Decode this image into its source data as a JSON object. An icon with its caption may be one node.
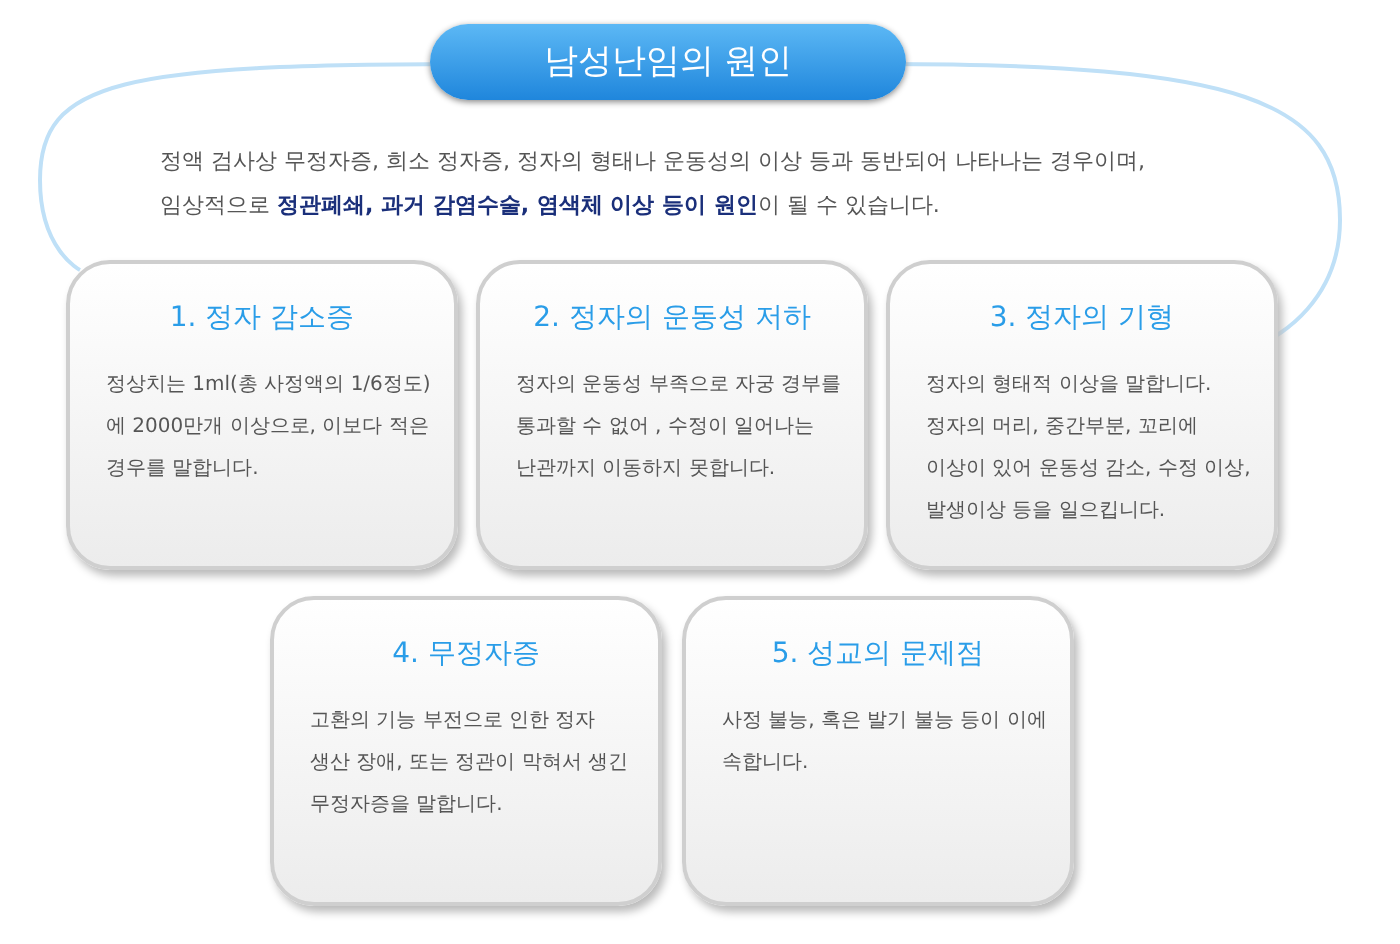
{
  "diagram": {
    "title": "남성난임의 원인",
    "nodes": [
      {
        "text": [
          "1. 정자 감소증",
          "정상치는 1ml(총 사정액의 1/6정도)에 2000만개 이상으로, 이보다 적은 경우를 말합니다."
        ]
      },
      {
        "text": [
          "2. 정자의 운동성 저하",
          "정자의 운동성 부족으로 자궁 경부를 통과할 수 없어 , 수정이 일어나는 난관까지 이동하지 못합니다."
        ]
      },
      {
        "text": [
          "3. 정자의 기형",
          "정자의 형태적 이상을 말합니다. 정자의 머리, 중간부분, 꼬리에 이상이 있어 운동성 감소, 수정 이상, 발생이상 등을 일으킵니다."
        ]
      },
      {
        "text": [
          "4. 무정자증",
          "고환의 기능 부전으로 인한 정자 생산 장애, 또는 정관이 막혀서 생긴 무정자증을 말합니다."
        ]
      },
      {
        "text": [
          "5. 성교의 문제점",
          "사정 불능, 혹은 발기 불능 등이 이에 속합니다."
        ]
      }
    ],
    "labels": [
      "정액 검사상 무정자증, 희소 정자증, 정자의 형태나 운동성의 이상 등과 동반되어 나타나는 경우이며, 임상적으로 **정관폐쇄, 과거 감염수술, 염색체 이상 등이 원인**이 될 수 있습니다."
    ]
  }
}
